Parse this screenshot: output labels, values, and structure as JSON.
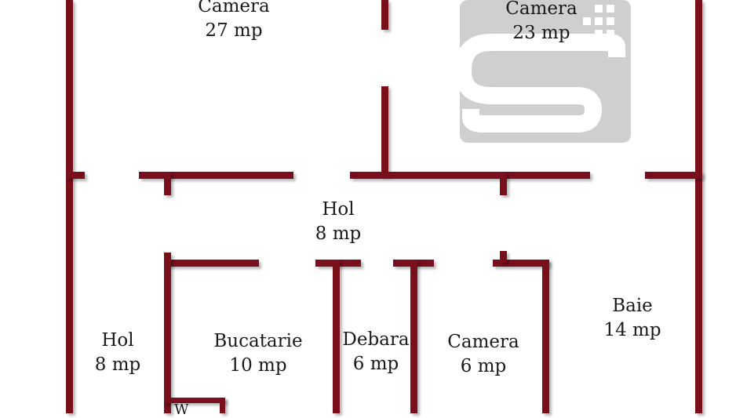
{
  "colors": {
    "wall": "#7a0f1c",
    "logo": "#cfcfcf",
    "background": "#ffffff"
  },
  "logo": {
    "icon": "watermark-s-logo"
  },
  "rooms": [
    {
      "name": "Camera",
      "area": "27 mp"
    },
    {
      "name": "Camera",
      "area": "23 mp"
    },
    {
      "name": "Hol",
      "area": "8 mp"
    },
    {
      "name": "Hol",
      "area": "8 mp"
    },
    {
      "name": "Bucatarie",
      "area": "10 mp"
    },
    {
      "name": "Debara",
      "area": "6 mp"
    },
    {
      "name": "Camera",
      "area": "6 mp"
    },
    {
      "name": "Baie",
      "area": "14 mp"
    }
  ],
  "wc_partial": "W"
}
